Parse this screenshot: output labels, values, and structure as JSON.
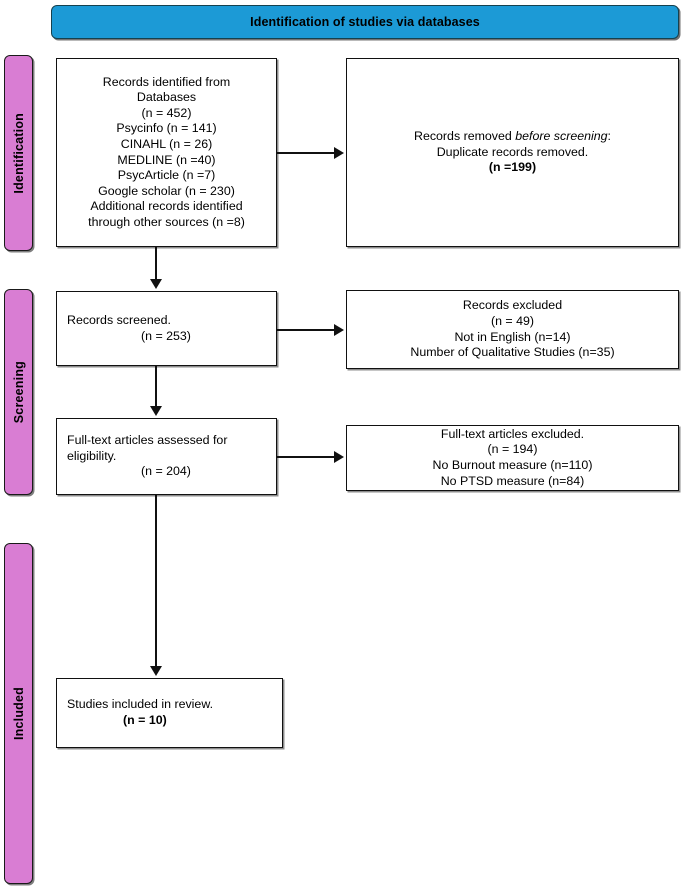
{
  "header": {
    "title": "Identification of studies via databases",
    "bar_color": "#1c9ad6",
    "text_color": "#000000"
  },
  "stages": {
    "bar_color": "#d97dd3",
    "items": [
      {
        "key": "identification",
        "label": "Identification"
      },
      {
        "key": "screening",
        "label": "Screening"
      },
      {
        "key": "included",
        "label": "Included"
      }
    ]
  },
  "boxes": {
    "records_identified": {
      "name": "Records identified from Databases",
      "lines": [
        "Records identified from",
        "Databases",
        "(n = 452)",
        "Psycinfo (n = 141)",
        "CINAHL (n = 26)",
        "MEDLINE (n =40)",
        "PsycArticle (n =7)",
        "Google scholar (n = 230)",
        "Additional records identified",
        "through other sources (n =8)"
      ]
    },
    "records_removed": {
      "line1_prefix": "Records removed ",
      "line1_italic": "before screening",
      "line1_suffix": ":",
      "line2": "Duplicate records removed.",
      "line3_bold": "(n =199)"
    },
    "records_screened": {
      "line1": "Records screened.",
      "line2": "(n = 253)"
    },
    "records_excluded": {
      "lines": [
        "Records excluded",
        "(n = 49)",
        "Not in English (n=14)",
        "Number of Qualitative Studies (n=35)"
      ]
    },
    "fulltext_assessed": {
      "line1": "Full-text articles assessed for",
      "line2": "eligibility.",
      "line3": "(n = 204)"
    },
    "fulltext_excluded": {
      "lines": [
        "Full-text articles excluded.",
        "(n = 194)",
        "No Burnout measure (n=110)",
        "No PTSD measure (n=84)"
      ]
    },
    "studies_included": {
      "line1": "Studies included in review.",
      "line2_bold": "(n = 10)"
    }
  },
  "connectors": {
    "identified_to_screened": "arrow-down",
    "identified_to_removed": "arrow-right",
    "screened_to_fulltext": "arrow-down",
    "screened_to_excluded": "arrow-right",
    "fulltext_to_included": "arrow-down",
    "fulltext_to_excluded": "arrow-right"
  }
}
